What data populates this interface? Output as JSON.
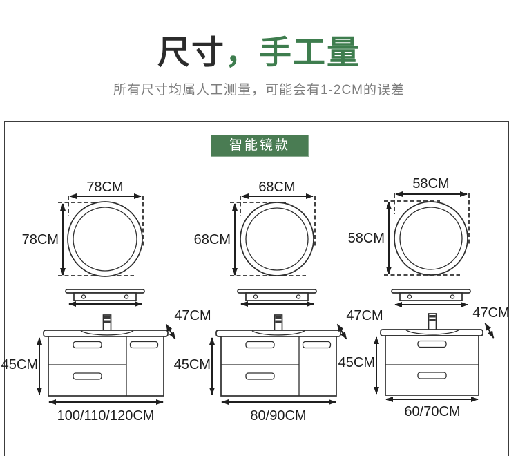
{
  "header": {
    "title_prefix": "尺寸",
    "title_accent": "，手工量",
    "subtitle": "所有尺寸均属人工测量，可能会有1-2CM的误差"
  },
  "section": {
    "badge": "智能镜款"
  },
  "colors": {
    "accent_green": "#3e7d4e",
    "badge_bg": "#4a7c53",
    "line": "#2e2e2e",
    "text_dark": "#1c1c1c",
    "text_gray": "#7d7d7d"
  },
  "mirrors": [
    {
      "width_label": "78CM",
      "height_label": "78CM"
    },
    {
      "width_label": "68CM",
      "height_label": "68CM"
    },
    {
      "width_label": "58CM",
      "height_label": "58CM"
    }
  ],
  "cabinets": [
    {
      "height_label": "45CM",
      "depth_label": "47CM",
      "width_label": "100/110/120CM"
    },
    {
      "height_label": "45CM",
      "depth_label": "47CM",
      "width_label": "80/90CM"
    },
    {
      "height_label": "45CM",
      "depth_label": "47CM",
      "width_label": "60/70CM"
    }
  ]
}
